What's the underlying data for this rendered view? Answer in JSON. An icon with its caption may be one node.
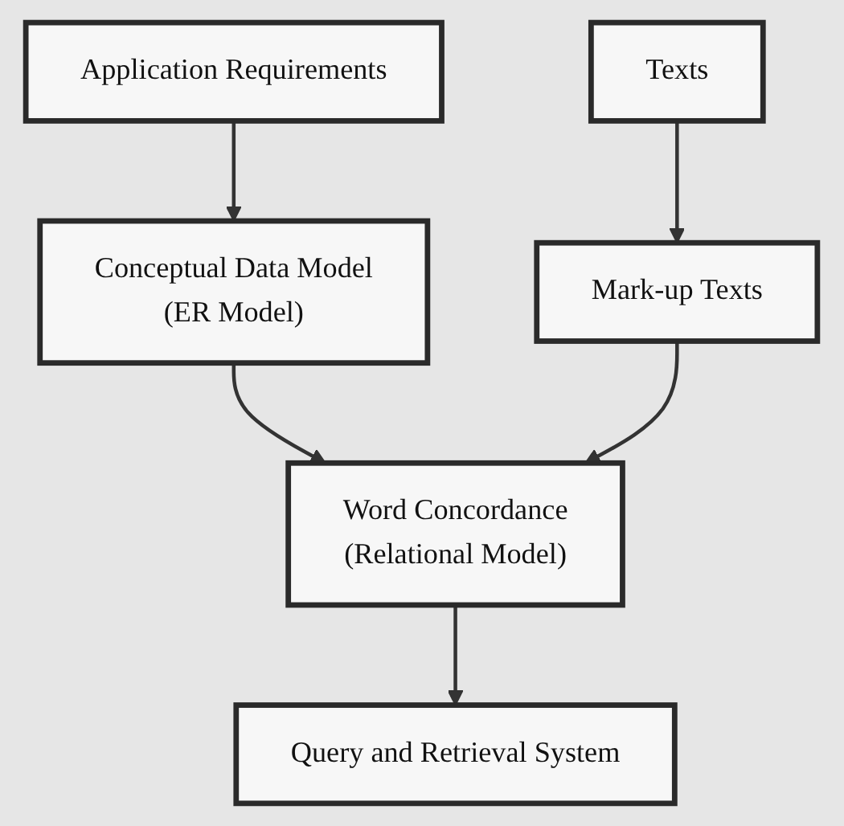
{
  "diagram": {
    "nodes": [
      {
        "text": [
          "Application Requirements"
        ]
      },
      {
        "text": [
          "Texts"
        ]
      },
      {
        "text": [
          "Conceptual Data Model",
          "(ER Model)"
        ]
      },
      {
        "text": [
          "Mark-up Texts"
        ]
      },
      {
        "text": [
          "Word Concordance",
          "(Relational Model)"
        ]
      },
      {
        "text": [
          "Query and Retrieval System"
        ]
      }
    ],
    "edges": [
      {
        "from": 0,
        "to": 2,
        "arrow": "to"
      },
      {
        "from": 1,
        "to": 3,
        "arrow": "to"
      },
      {
        "from": 2,
        "to": 4,
        "arrow": "to"
      },
      {
        "from": 3,
        "to": 4,
        "arrow": "to"
      },
      {
        "from": 4,
        "to": 5,
        "arrow": "to"
      }
    ]
  }
}
